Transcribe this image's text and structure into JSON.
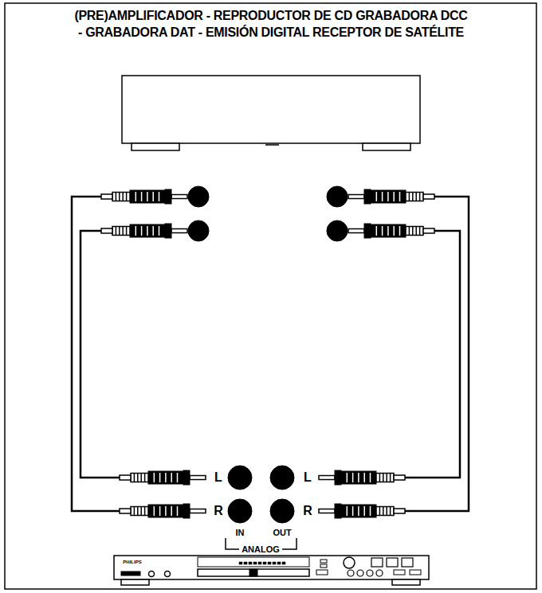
{
  "diagram": {
    "title": "(PRE)AMPLIFICADOR - REPRODUCTOR DE CD GRABADORA DCC - GRABADORA DAT - EMISIÓN DIGITAL RECEPTOR DE SATÉLITE",
    "labels": [
      "L",
      "L",
      "R",
      "R",
      "IN",
      "OUT",
      "ANALOG",
      "PHILIPS"
    ]
  }
}
